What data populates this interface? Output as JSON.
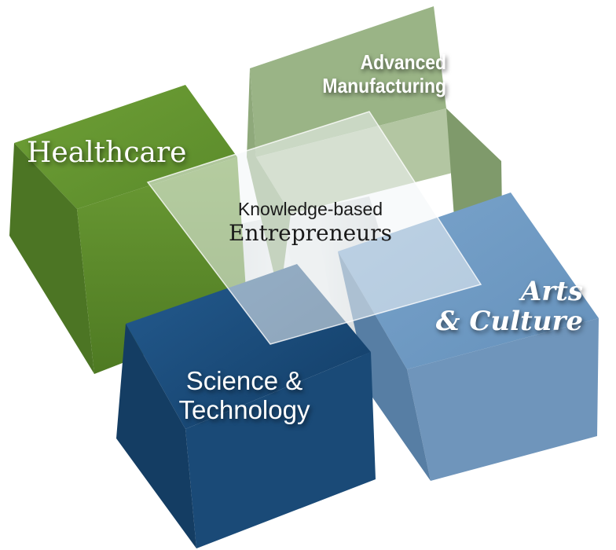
{
  "nodes": [
    {
      "id": "healthcare",
      "label": "Healthcare",
      "color": "#5b8d2b"
    },
    {
      "id": "advanced-manufacturing",
      "label_lines": [
        "Advanced",
        "Manufacturing"
      ],
      "color": "#9db58a"
    },
    {
      "id": "arts-culture",
      "label_lines": [
        "Arts",
        "& Culture"
      ],
      "color": "#7ea6cc"
    },
    {
      "id": "science-technology",
      "label_lines": [
        "Science &",
        "Technology"
      ],
      "color": "#1d4e7e"
    }
  ],
  "center": {
    "line1": "Knowledge-based",
    "line2": "Entrepreneurs",
    "color": "#e8eef0"
  }
}
